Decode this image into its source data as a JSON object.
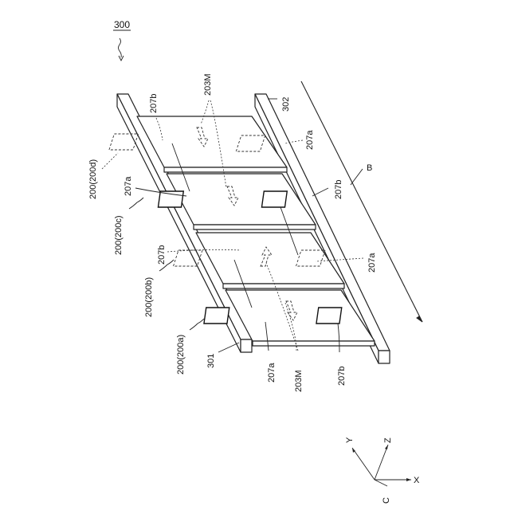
{
  "labels": {
    "figure_number": "300",
    "assembly": "200",
    "module_a": "200(200a)",
    "module_b": "200(200b)",
    "module_c": "200(200c)",
    "module_d": "200(200d)",
    "rail_left": "301",
    "rail_right": "302",
    "pad_a": "207a",
    "pad_b": "207b",
    "flow": "203M",
    "direction": "B"
  },
  "axes": {
    "x": "X",
    "y": "Y",
    "z": "Z",
    "c": "C"
  }
}
